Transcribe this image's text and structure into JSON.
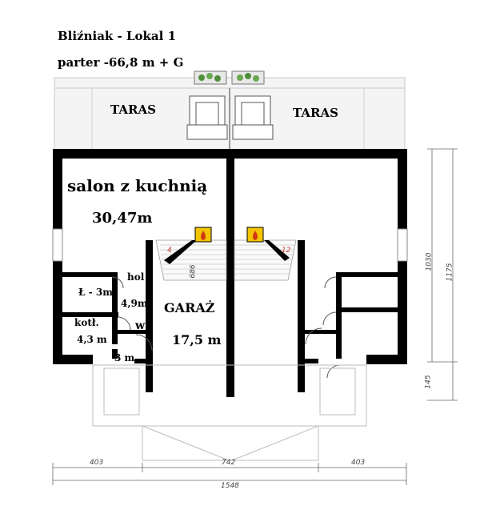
{
  "title": "Bliźniak - Lokal 1",
  "subtitle": "parter -66,8 m + G",
  "colors": {
    "wall": "#000000",
    "terrace": "#f4f4f4",
    "fireplace": "#f2c500",
    "flame": "#d23a14",
    "dim_line": "#666666"
  },
  "rooms": {
    "terrace_left": "TARAS",
    "terrace_right": "TARAS",
    "living_name": "salon z kuchnią",
    "living_area": "30,47m",
    "hall_name": "hol",
    "hall_area": "4,9m",
    "bath": "Ł - 3m",
    "boiler_name": "kotł.",
    "boiler_area": "4,3 m",
    "wc": "w",
    "vestibule": "3 m",
    "garage_name": "GARAŻ",
    "garage_area": "17,5 m"
  },
  "stairs": {
    "left_count": "4",
    "right_count": "12",
    "width": "686"
  },
  "dimensions": {
    "left": "403",
    "middle": "742",
    "right": "403",
    "total": "1548",
    "side_a": "1030",
    "side_b": "1175",
    "side_c": "145"
  }
}
